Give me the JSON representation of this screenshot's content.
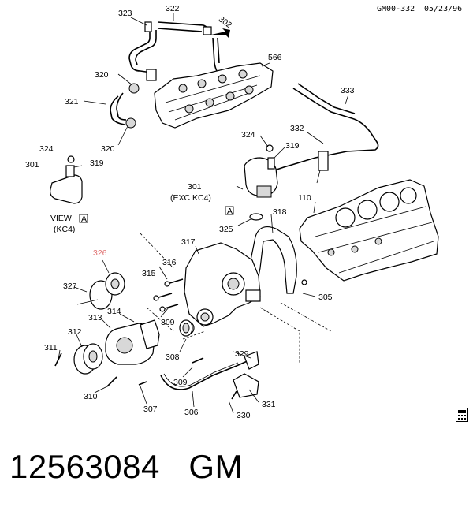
{
  "header": {
    "code": "GM00-332",
    "date": "05/23/96"
  },
  "callouts": {
    "c323": "323",
    "c322": "322",
    "c302": "302",
    "c566": "566",
    "c320a": "320",
    "c321": "321",
    "c320b": "320",
    "c333": "333",
    "c332": "332",
    "c324a": "324",
    "c319a": "319",
    "c324b": "324",
    "c319b": "319",
    "c301a": "301",
    "c301b": "301",
    "exc": "(EXC KC4)",
    "view": "VIEW",
    "viewbox": "A",
    "kc4": "(KC4)",
    "boxA": "A",
    "c110": "110",
    "c318": "318",
    "c325": "325",
    "c317": "317",
    "c326": "326",
    "c316": "316",
    "c315": "315",
    "c327": "327",
    "c305": "305",
    "c314": "314",
    "c313": "313",
    "c309a": "309",
    "c312": "312",
    "c308": "308",
    "c311": "311",
    "c329": "329",
    "c309b": "309",
    "c310": "310",
    "c307": "307",
    "c306": "306",
    "c331": "331",
    "c330": "330"
  },
  "footer": {
    "part_number": "12563084",
    "brand": "GM"
  }
}
